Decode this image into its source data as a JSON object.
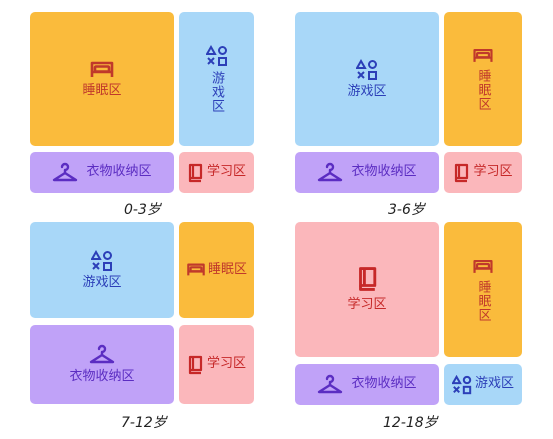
{
  "zones": {
    "sleep": "睡眠区",
    "play": "游戏区",
    "closet": "衣物收纳区",
    "study": "学习区"
  },
  "captions": [
    "0-3岁",
    "3-6岁",
    "7-12岁",
    "12-18岁"
  ],
  "icons": {
    "sleep": "bed-icon",
    "play": "game-shapes-icon",
    "closet": "hanger-icon",
    "study": "book-icon"
  },
  "colors": {
    "sleep_bg": "#FABB3C",
    "play_bg": "#A8D7F8",
    "closet_bg": "#C0A2F8",
    "study_bg": "#FBB7BB"
  }
}
